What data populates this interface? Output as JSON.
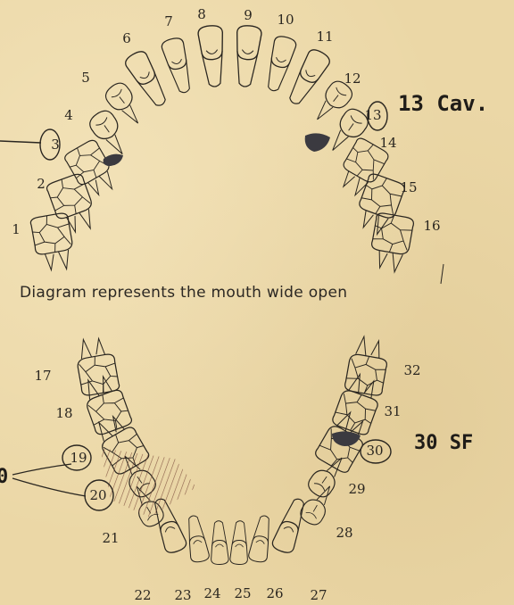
{
  "caption": "Diagram represents the mouth wide open",
  "upper_note": "13 Cav.",
  "lower_note": "30 SF",
  "left_margin_fragment": "0",
  "tooth_numbers": {
    "t1": "1",
    "t2": "2",
    "t3": "3",
    "t4": "4",
    "t5": "5",
    "t6": "6",
    "t7": "7",
    "t8": "8",
    "t9": "9",
    "t10": "10",
    "t11": "11",
    "t12": "12",
    "t13": "13",
    "t14": "14",
    "t15": "15",
    "t16": "16",
    "t17": "17",
    "t18": "18",
    "t19": "19",
    "t20": "20",
    "t21": "21",
    "t22": "22",
    "t23": "23",
    "t24": "24",
    "t25": "25",
    "t26": "26",
    "t27": "27",
    "t28": "28",
    "t29": "29",
    "t30": "30",
    "t31": "31",
    "t32": "32"
  },
  "colors": {
    "paper": "#ebd7a6",
    "ink": "#2a2620",
    "cavity_fill": "#3b3a40",
    "hatch": "#7a4a3a"
  }
}
